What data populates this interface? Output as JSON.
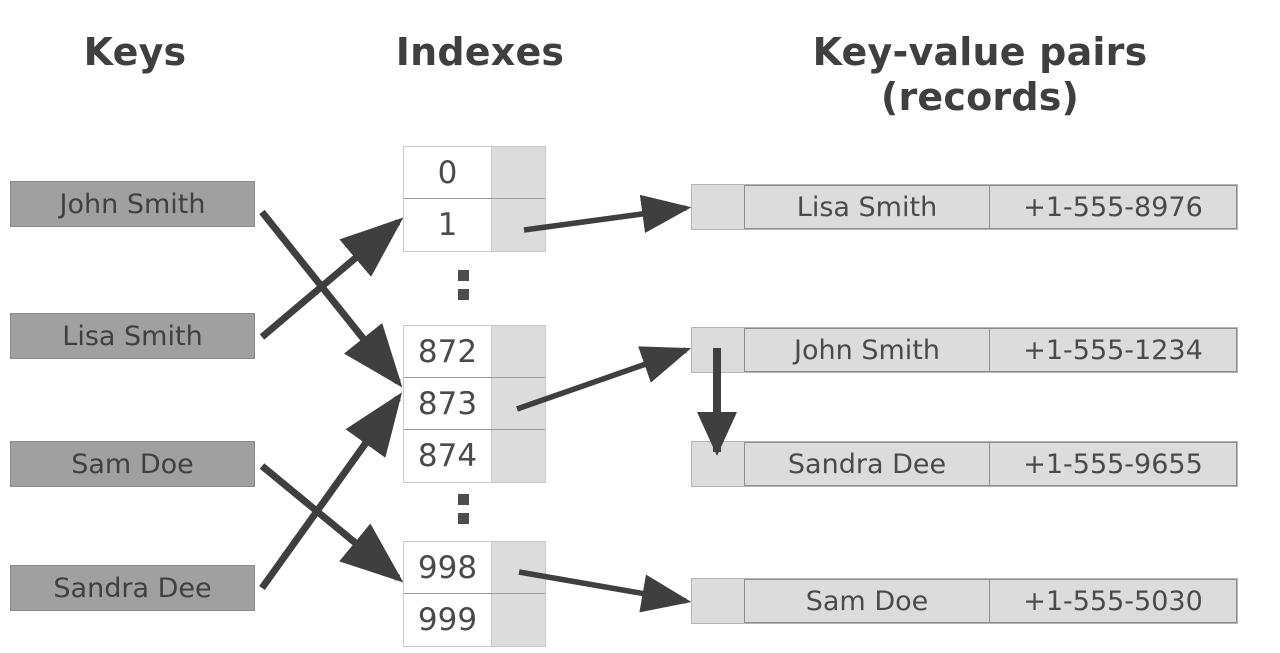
{
  "headers": {
    "keys": "Keys",
    "indexes": "Indexes",
    "key_value_pairs": "Key-value pairs\n(records)"
  },
  "colors": {
    "background": "#ffffff",
    "header_text": "#3f3f3f",
    "key_box_fill": "#a0a0a0",
    "key_box_border": "#8a8a8a",
    "index_number_fill": "#ffffff",
    "index_slot_fill": "#dcdcdc",
    "index_border": "#9a9a9a",
    "record_fill": "#dcdcdc",
    "record_border": "#8d8d8d",
    "arrow": "#3f3f3f",
    "text": "#4a4a4a"
  },
  "keys": [
    {
      "label": "John Smith"
    },
    {
      "label": "Lisa Smith"
    },
    {
      "label": "Sam Doe"
    },
    {
      "label": "Sandra Dee"
    }
  ],
  "index_blocks": [
    {
      "rows": [
        {
          "index": "0"
        },
        {
          "index": "1"
        }
      ]
    },
    {
      "rows": [
        {
          "index": "872"
        },
        {
          "index": "873"
        },
        {
          "index": "874"
        }
      ]
    },
    {
      "rows": [
        {
          "index": "998"
        },
        {
          "index": "999"
        }
      ]
    }
  ],
  "ellipsis": {
    "glyph": "vertical-dots",
    "count": 2
  },
  "records": [
    {
      "name": "Lisa Smith",
      "phone": "+1-555-8976"
    },
    {
      "name": "John Smith",
      "phone": "+1-555-1234"
    },
    {
      "name": "Sandra Dee",
      "phone": "+1-555-9655"
    },
    {
      "name": "Sam Doe",
      "phone": "+1-555-5030"
    }
  ],
  "mappings": [
    {
      "from": "John Smith",
      "to_index": "873"
    },
    {
      "from": "Lisa Smith",
      "to_index": "1"
    },
    {
      "from": "Sam Doe",
      "to_index": "998"
    },
    {
      "from": "Sandra Dee",
      "to_index": "873"
    },
    {
      "from_index": "1",
      "to_record": "Lisa Smith"
    },
    {
      "from_index": "873",
      "to_record": "John Smith"
    },
    {
      "from_index": "998",
      "to_record": "Sam Doe"
    },
    {
      "from_record": "John Smith",
      "to_record": "Sandra Dee",
      "kind": "collision-chain"
    }
  ]
}
